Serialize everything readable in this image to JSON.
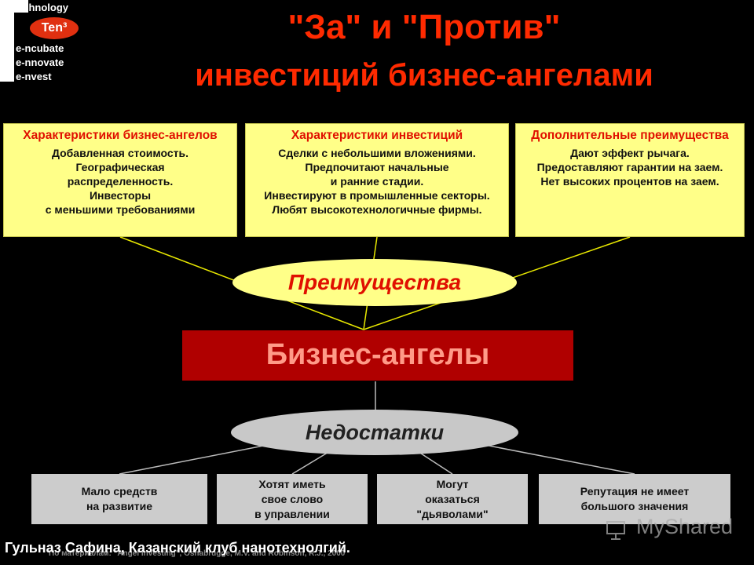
{
  "logo": {
    "line1": "echnology",
    "badge": "Ten³",
    "line2": "e-ncubate",
    "line3": "e-nnovate",
    "line4": "e-nvest"
  },
  "title": {
    "line1": "\"За\" и \"Против\"",
    "line2": "инвестиций бизнес-ангелами"
  },
  "advantages": {
    "label": "Преимущества",
    "boxes": [
      {
        "heading": "Характеристики бизнес-ангелов",
        "lines": [
          "Добавленная стоимость.",
          "Географическая",
          "распределенность.",
          "Инвесторы",
          "с меньшими требованиями"
        ]
      },
      {
        "heading": "Характеристики инвестиций",
        "lines": [
          "Сделки с небольшими вложениями.",
          "Предпочитают начальные",
          "и ранние стадии.",
          "Инвестируют в промышленные секторы.",
          "Любят высокотехнологичные фирмы."
        ]
      },
      {
        "heading": "Дополнительные преимущества",
        "lines": [
          "Дают эффект рычага.",
          "Предоставляют гарантии на заем.",
          "Нет высоких процентов на заем."
        ]
      }
    ]
  },
  "center": {
    "label": "Бизнес-ангелы"
  },
  "disadvantages": {
    "label": "Недостатки",
    "boxes": [
      {
        "lines": [
          "Мало средств",
          "на развитие"
        ]
      },
      {
        "lines": [
          "Хотят иметь",
          "свое слово",
          "в управлении"
        ]
      },
      {
        "lines": [
          "Могут",
          "оказаться",
          "\"дьяволами\""
        ]
      },
      {
        "lines": [
          "Репутация не имеет",
          "большого значения"
        ]
      }
    ]
  },
  "watermark": "MyShared",
  "footnote": "По материалам: \"Angel Investing\", Osnabrugge, M.V. and Robinson, R.J., 2000",
  "caption": "Гульназ Сафина, Казанский клуб нанотехнолгий."
}
